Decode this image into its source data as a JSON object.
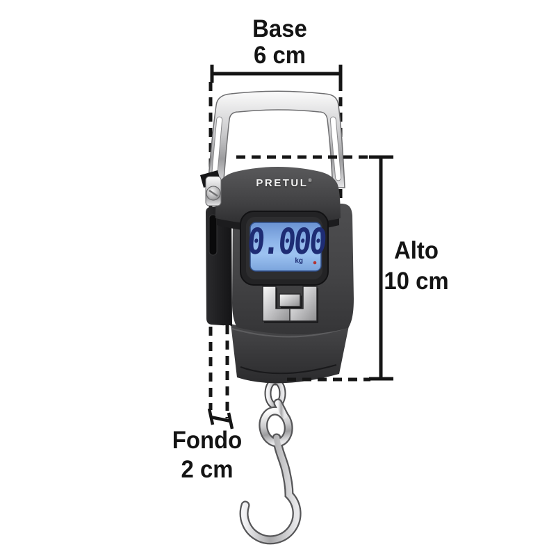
{
  "annotations": {
    "base": {
      "label": "Base",
      "value": "6 cm"
    },
    "alto": {
      "label": "Alto",
      "value": "10 cm"
    },
    "fondo": {
      "label": "Fondo",
      "value": "2 cm"
    }
  },
  "product": {
    "brand": "PRETUL",
    "brand_mark": "®",
    "lcd": {
      "reading": "0.000",
      "unit": "kg"
    }
  },
  "colors": {
    "annotation_line": "#161616",
    "background": "#ffffff",
    "body_dark_gray": "#3e3e40",
    "side_panel": "#1f1f21",
    "lcd_screen_blue": "#8ab2e8",
    "lcd_digit_blue": "#1e2c74",
    "chrome_silver": "#d6d6d6",
    "power_dot_red": "#b23333"
  }
}
